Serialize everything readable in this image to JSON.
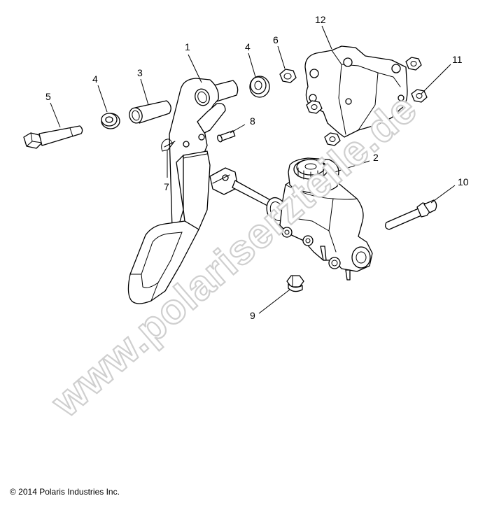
{
  "watermark": "www.polariserzteile.de",
  "copyright": "© 2014 Polaris Industries Inc.",
  "callouts": {
    "c1": "1",
    "c2": "2",
    "c3": "3",
    "c4a": "4",
    "c4b": "4",
    "c5": "5",
    "c6": "6",
    "c7": "7",
    "c8": "8",
    "c9": "9",
    "c10": "10",
    "c11": "11",
    "c12": "12"
  }
}
